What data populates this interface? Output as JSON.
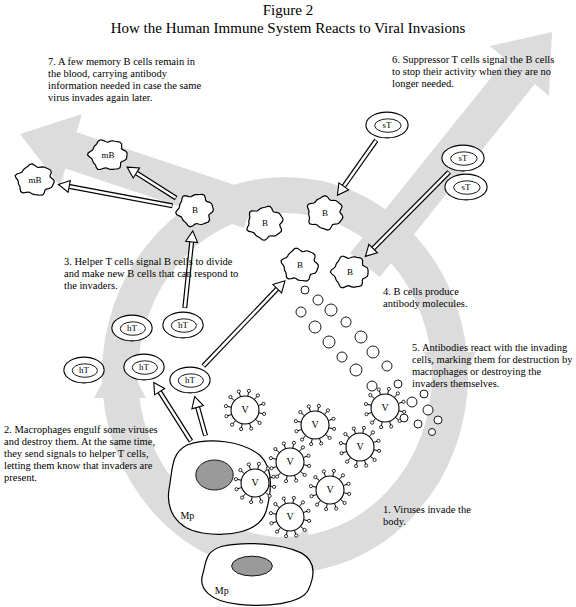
{
  "diagram": {
    "title": "How the Human Immune System Reacts to Viral Invasions",
    "nodes": [
      {
        "text": [
          "mB"
        ]
      },
      {
        "text": [
          "mB"
        ]
      },
      {
        "text": [
          "B"
        ]
      },
      {
        "text": [
          "B"
        ]
      },
      {
        "text": [
          "B"
        ]
      },
      {
        "text": [
          "B"
        ]
      },
      {
        "text": [
          "B"
        ]
      },
      {
        "text": [
          "sT"
        ]
      },
      {
        "text": [
          "sT"
        ]
      },
      {
        "text": [
          "sT"
        ]
      },
      {
        "text": [
          "hT"
        ]
      },
      {
        "text": [
          "hT"
        ]
      },
      {
        "text": [
          "hT"
        ]
      },
      {
        "text": [
          "hT"
        ]
      },
      {
        "text": [
          "hT"
        ]
      },
      {
        "text": [
          "V"
        ]
      },
      {
        "text": [
          "V"
        ]
      },
      {
        "text": [
          "V"
        ]
      },
      {
        "text": [
          "V"
        ]
      },
      {
        "text": [
          "V"
        ]
      },
      {
        "text": [
          "V"
        ]
      },
      {
        "text": [
          "V"
        ]
      },
      {
        "text": [
          "V"
        ]
      },
      {
        "text": [
          "Mp"
        ]
      },
      {
        "text": [
          "Mp"
        ]
      }
    ],
    "edges": [
      {
        "from": 23,
        "to": 13,
        "arrow": "to"
      },
      {
        "from": 23,
        "to": 14,
        "arrow": "to"
      },
      {
        "from": 10,
        "to": 2,
        "arrow": "to"
      },
      {
        "from": 14,
        "to": 5,
        "arrow": "to"
      },
      {
        "from": 2,
        "to": 1,
        "arrow": "to"
      },
      {
        "from": 2,
        "to": 0,
        "arrow": "to"
      },
      {
        "from": 7,
        "to": 4,
        "arrow": "to"
      },
      {
        "from": 8,
        "to": 6,
        "arrow": "to"
      }
    ],
    "labels": [
      "Figure 2",
      "7. A few memory B cells remain in the blood, carrying antibody information needed in case the same virus invades again later.",
      "6. Suppressor T cells signal the B cells to stop their activity when they are no longer needed.",
      "3. Helper T cells signal B cells to divide and make new B cells that can respond to the invaders.",
      "4. B cells produce antibody molecules.",
      "5. Antibodies react with the invading cells, marking them for destruction by macrophages or destroying the invaders themselves.",
      "2. Macrophages engulf some viruses and destroy them. At the same time, they send signals to helper T cells, letting them know that invaders are present.",
      "1. Viruses invade the body."
    ]
  }
}
